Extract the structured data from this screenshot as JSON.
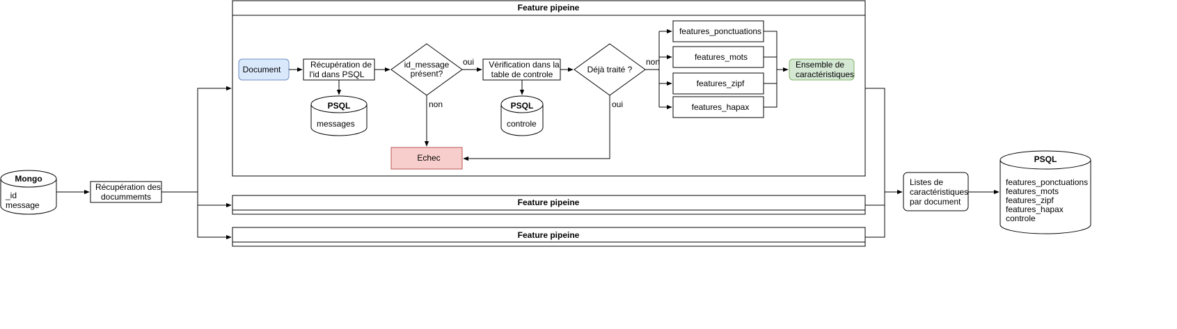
{
  "colors": {
    "document_fill": "#dae8fc",
    "document_stroke": "#6c8ebf",
    "result_fill": "#d5e8d4",
    "result_stroke": "#82b366",
    "fail_fill": "#f8cecc",
    "fail_stroke": "#b85450"
  },
  "mongo": {
    "title": "Mongo",
    "fields": [
      "_id",
      "message"
    ]
  },
  "fetch_docs": {
    "lines": [
      "Récupération des",
      "docummemts"
    ]
  },
  "pipelines": [
    {
      "title": "Feature pipeine",
      "document": "Document",
      "fetch_id": {
        "lines": [
          "Récupération de",
          "l'id dans PSQL"
        ]
      },
      "psql_messages": {
        "title": "PSQL",
        "field": "messages"
      },
      "check_id": {
        "lines": [
          "id_message",
          "présent?"
        ]
      },
      "check_id_yes": "oui",
      "check_id_no": "non",
      "verify": {
        "lines": [
          "Vérification dans la",
          "table de controle"
        ]
      },
      "psql_controle": {
        "title": "PSQL",
        "field": "controle"
      },
      "already": "Déjà traité ?",
      "already_no": "non",
      "already_yes": "oui",
      "fail": "Echec",
      "features": [
        "features_ponctuations",
        "features_mots",
        "features_zipf",
        "features_hapax"
      ],
      "result": {
        "lines": [
          "Ensemble de",
          "caractéristiques"
        ]
      }
    },
    {
      "title": "Feature pipeine"
    },
    {
      "title": "Feature pipeine"
    }
  ],
  "lists": {
    "lines": [
      "Listes de",
      "caractéristiques",
      "par document"
    ]
  },
  "psql_out": {
    "title": "PSQL",
    "fields": [
      "features_ponctuations",
      "features_mots",
      "features_zipf",
      "features_hapax",
      "controle"
    ]
  }
}
